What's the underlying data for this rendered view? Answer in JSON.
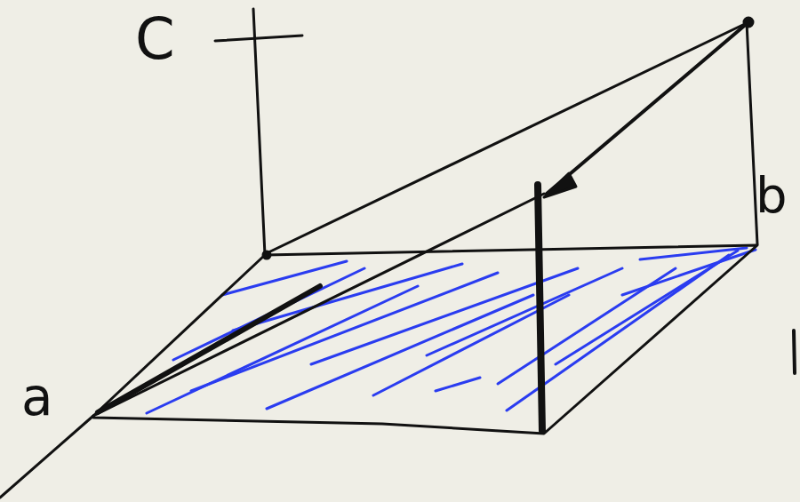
{
  "diagram": {
    "labels": [
      "C",
      "a",
      "b"
    ]
  }
}
